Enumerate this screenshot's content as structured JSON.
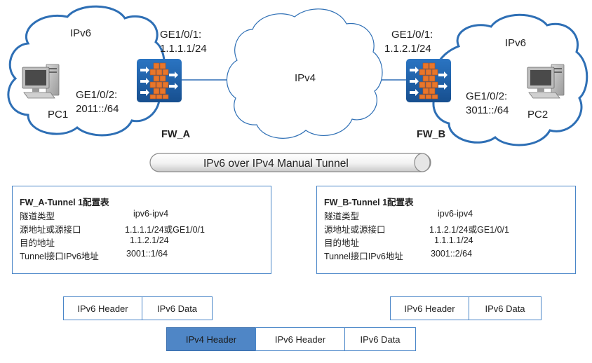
{
  "left_site": {
    "cloud_label": "IPv6",
    "host": "PC1",
    "wan_if": "GE1/0/1:",
    "wan_ip": "1.1.1.1/24",
    "lan_if": "GE1/0/2:",
    "lan_ip": "2011::/64",
    "firewall": "FW_A"
  },
  "right_site": {
    "cloud_label": "IPv6",
    "host": "PC2",
    "wan_if": "GE1/0/1:",
    "wan_ip": "1.1.2.1/24",
    "lan_if": "GE1/0/2:",
    "lan_ip": "3011::/64",
    "firewall": "FW_B"
  },
  "core_cloud_label": "IPv4",
  "tunnel_label": "IPv6 over IPv4 Manual Tunnel",
  "config_a": {
    "title": "FW_A-Tunnel 1配置表",
    "rows": [
      {
        "key": "隧道类型",
        "value": "ipv6-ipv4"
      },
      {
        "key": "源地址或源接口",
        "value": "1.1.1.1/24或GE1/0/1"
      },
      {
        "key": "目的地址",
        "value": "1.1.2.1/24"
      },
      {
        "key": "Tunnel接口IPv6地址",
        "value": "3001::1/64"
      }
    ]
  },
  "config_b": {
    "title": "FW_B-Tunnel 1配置表",
    "rows": [
      {
        "key": "隧道类型",
        "value": "ipv6-ipv4"
      },
      {
        "key": "源地址或源接口",
        "value": "1.1.2.1/24或GE1/0/1"
      },
      {
        "key": "目的地址",
        "value": "1.1.1.1/24"
      },
      {
        "key": "Tunnel接口IPv6地址",
        "value": "3001::2/64"
      }
    ]
  },
  "packet_left": [
    "IPv6 Header",
    "IPv6 Data"
  ],
  "packet_right": [
    "IPv6 Header",
    "IPv6 Data"
  ],
  "packet_encap": [
    "IPv4 Header",
    "IPv6 Header",
    "IPv6 Data"
  ],
  "colors": {
    "cloud_stroke": "#2e6fb5",
    "firewall_blue": "#1f5fa6",
    "brick": "#e8762b",
    "box_border": "#4a86c8",
    "ipv4_header_fill": "#4f86c6"
  }
}
